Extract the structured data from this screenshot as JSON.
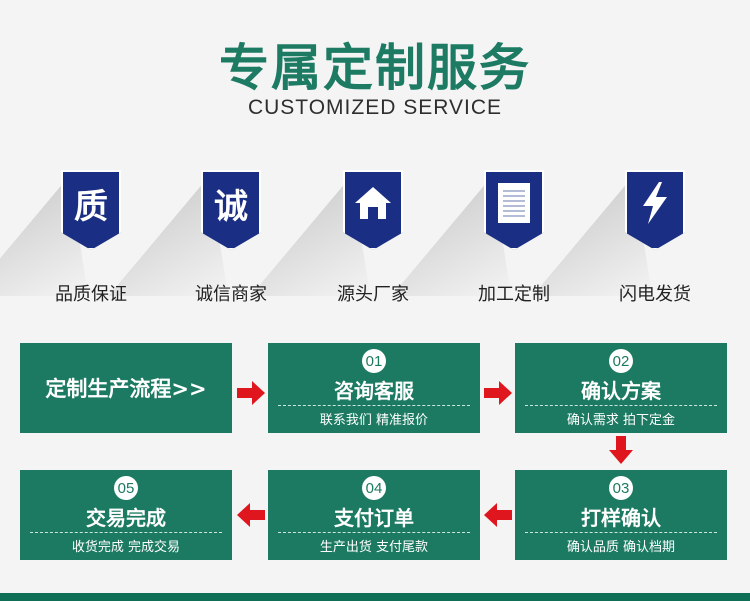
{
  "header": {
    "title": "专属定制服务",
    "subtitle": "CUSTOMIZED SERVICE"
  },
  "features": [
    {
      "char": "质",
      "label": "品质保证",
      "icon": "text-badge"
    },
    {
      "char": "诚",
      "label": "诚信商家",
      "icon": "text-badge"
    },
    {
      "char": "",
      "label": "源头厂家",
      "icon": "house-icon"
    },
    {
      "char": "",
      "label": "加工定制",
      "icon": "document-icon"
    },
    {
      "char": "",
      "label": "闪电发货",
      "icon": "lightning-icon"
    }
  ],
  "process": {
    "start_label": "定制生产流程>>",
    "steps": [
      {
        "num": "01",
        "title": "咨询客服",
        "sub": "联系我们 精准报价"
      },
      {
        "num": "02",
        "title": "确认方案",
        "sub": "确认需求 拍下定金"
      },
      {
        "num": "03",
        "title": "打样确认",
        "sub": "确认品质 确认档期"
      },
      {
        "num": "04",
        "title": "支付订单",
        "sub": "生产出货 支付尾款"
      },
      {
        "num": "05",
        "title": "交易完成",
        "sub": "收货完成 完成交易"
      }
    ]
  },
  "colors": {
    "accent_green": "#1b7a61",
    "badge_blue": "#1a2f83",
    "arrow_red": "#e0161e"
  }
}
